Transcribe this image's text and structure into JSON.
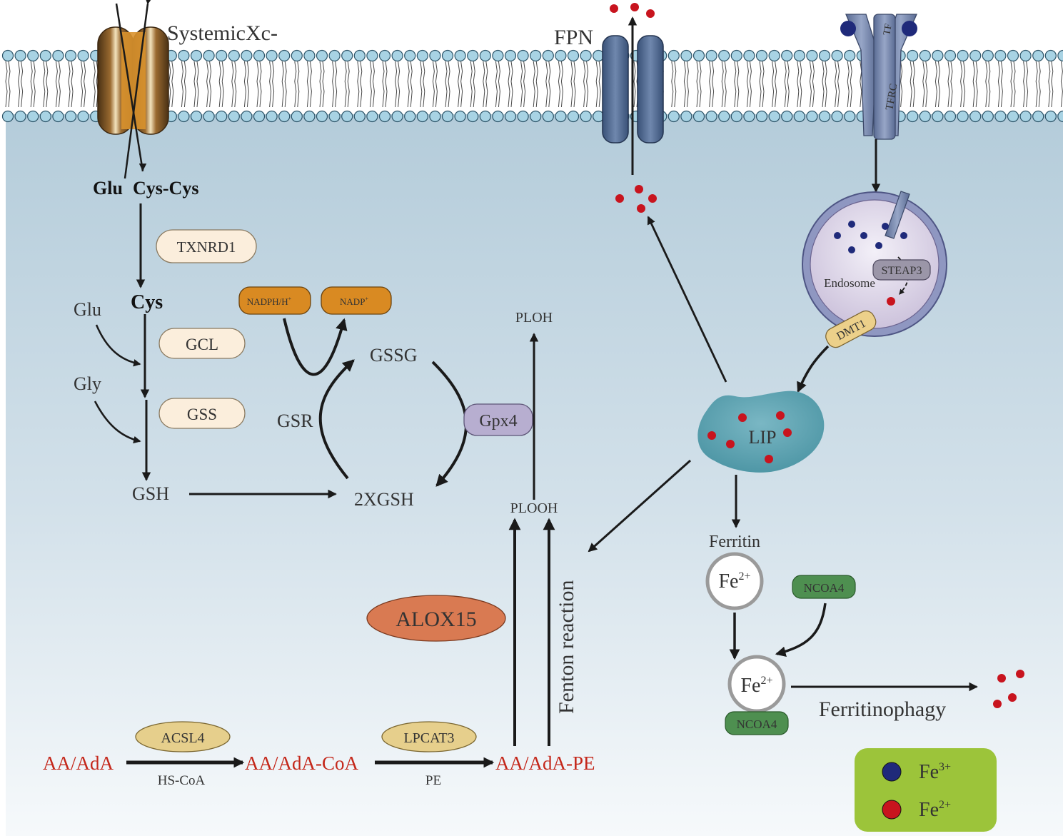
{
  "membrane": {
    "transporter_label": "SystemicXc-",
    "fpn_label": "FPN",
    "tf_label": "TF",
    "tfrc_label": "TFRC"
  },
  "glutathione": {
    "glu_out": "Glu",
    "cys_cys": "Cys-Cys",
    "txnrd1": "TXNRD1",
    "cys": "Cys",
    "glu": "Glu",
    "gly": "Gly",
    "gcl": "GCL",
    "gss": "GSS",
    "gsh": "GSH",
    "nadph": "NADPH/H",
    "nadph_sup": "+",
    "nadp": "NADP",
    "nadp_sup": "+",
    "gssg": "GSSG",
    "gsr": "GSR",
    "two_gsh": "2XGSH",
    "gpx4": "Gpx4",
    "ploh": "PLOH",
    "plooh": "PLOOH"
  },
  "lipid": {
    "alox15": "ALOX15",
    "fenton": "Fenton reaction",
    "acsl4": "ACSL4",
    "lpcat3": "LPCAT3",
    "aa_ada": "AA/AdA",
    "aa_ada_coa": "AA/AdA-CoA",
    "aa_ada_pe": "AA/AdA-PE",
    "hs_coa": "HS-CoA",
    "pe": "PE"
  },
  "iron": {
    "endosome": "Endosome",
    "steap3": "STEAP3",
    "dmt1": "DMT1",
    "lip": "LIP",
    "ferritin": "Ferritin",
    "fe": "Fe",
    "fe2_sup": "2+",
    "ncoa4": "NCOA4",
    "ncoa4_bound": "NCOA4",
    "ferritinophagy": "Ferritinophagy"
  },
  "legend": {
    "fe3_base": "Fe",
    "fe3_sup": "3+",
    "fe2_base": "Fe",
    "fe2_sup": "2+"
  },
  "colors": {
    "fe3": "#1f2a7a",
    "fe2": "#c8141e",
    "cytoplasm_top": "#b7cfdb",
    "legend_bg": "#9cc43a",
    "red_text": "#c4271a"
  }
}
